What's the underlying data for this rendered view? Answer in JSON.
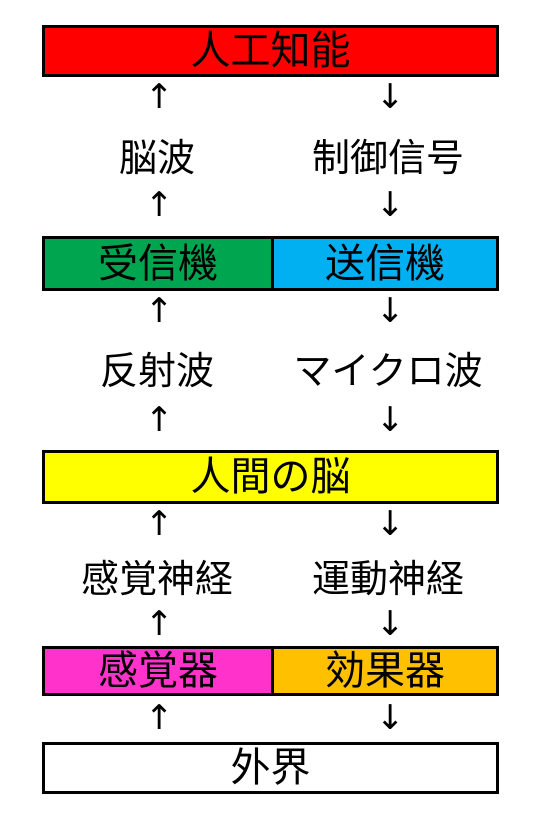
{
  "boxes": {
    "ai": {
      "label": "人工知能",
      "color": "#ff0000"
    },
    "receiver": {
      "label": "受信機",
      "color": "#00a550"
    },
    "transmitter": {
      "label": "送信機",
      "color": "#00b0f0"
    },
    "brain": {
      "label": "人間の脳",
      "color": "#ffff00"
    },
    "sensor": {
      "label": "感覚器",
      "color": "#ff33cc"
    },
    "effector": {
      "label": "効果器",
      "color": "#ffc000"
    },
    "world": {
      "label": "外界",
      "color": "#ffffff"
    }
  },
  "labels": {
    "brainwave": "脳波",
    "control_signal": "制御信号",
    "reflected_wave": "反射波",
    "microwave": "マイクロ波",
    "sensory_nerve": "感覚神経",
    "motor_nerve": "運動神経"
  },
  "arrows": {
    "up": "↑",
    "down": "↓"
  }
}
